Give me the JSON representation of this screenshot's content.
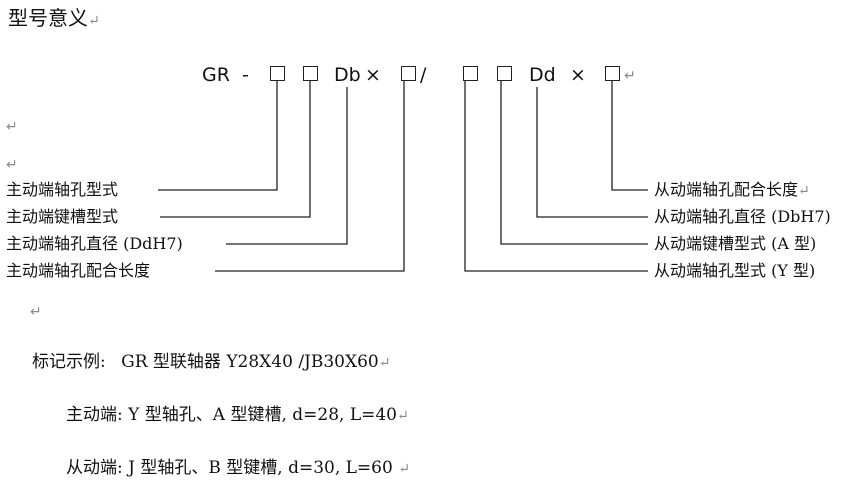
{
  "title": "型号意义",
  "para_mark": "↵",
  "code": {
    "gr": "GR",
    "dash": "-",
    "db": "Db",
    "times1": "×",
    "slash": "/",
    "dd": "Dd",
    "times2": "×"
  },
  "left_labels": [
    "主动端轴孔型式",
    "主动端键槽型式",
    "主动端轴孔直径 (DdH7)",
    "主动端轴孔配合长度"
  ],
  "right_labels": [
    "从动端轴孔配合长度",
    "从动端轴孔直径 (DbH7)",
    "从动端键槽型式 (A 型)",
    "从动端轴孔型式 (Y 型)"
  ],
  "example": {
    "label": "标记示例:",
    "text": "GR 型联轴器 Y28X40 /JB30X60",
    "driver_label": "主动端:",
    "driver_text": "Y 型轴孔、A 型键槽, d=28, L=40",
    "driven_label": "从动端:",
    "driven_text": "J 型轴孔、B 型键槽, d=30, L=60"
  }
}
